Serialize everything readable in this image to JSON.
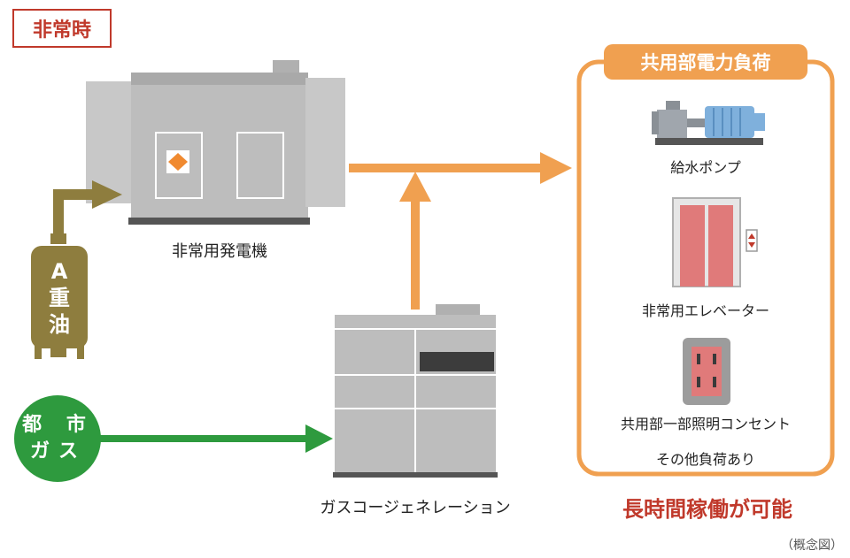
{
  "mode_label": "非常時",
  "generator": {
    "label": "非常用発電機"
  },
  "fuel_tank": {
    "line1": "A",
    "line2": "重",
    "line3": "油"
  },
  "city_gas": {
    "line1": "都 市",
    "line2": "ガス"
  },
  "cogeneration": {
    "label": "ガスコージェネレーション"
  },
  "loads_panel": {
    "title": "共用部電力負荷",
    "items": [
      {
        "label": "給水ポンプ",
        "icon": "water-pump-icon"
      },
      {
        "label": "非常用エレベーター",
        "icon": "elevator-icon"
      },
      {
        "label": "共用部一部照明コンセント",
        "icon": "outlet-icon"
      }
    ],
    "other": "その他負荷あり"
  },
  "result_text": "長時間稼働が可能",
  "note": "（概念図）",
  "colors": {
    "accent_red": "#c0392b",
    "orange": "#f0a050",
    "olive": "#8e7d3e",
    "green": "#2e9a3e",
    "machine_gray": "#bdbdbd"
  }
}
